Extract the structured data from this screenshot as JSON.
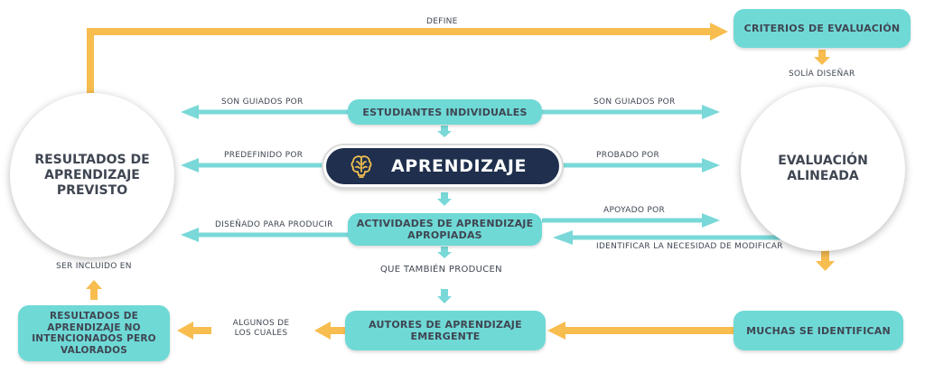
{
  "nodes": {
    "criterios": "CRITERIOS DE EVALUACIÓN",
    "resultados_previsto": "RESULTADOS DE APRENDIZAJE PREVISTO",
    "evaluacion_alineada": "EVALUACIÓN ALINEADA",
    "estudiantes": "ESTUDIANTES INDIVIDUALES",
    "aprendizaje": "APRENDIZAJE",
    "actividades": "ACTIVIDADES DE APRENDIZAJE APROPIADAS",
    "autores": "AUTORES DE APRENDIZAJE EMERGENTE",
    "resultados_no_intencionados": "RESULTADOS DE APRENDIZAJE NO INTENCIONADOS PERO VALORADOS",
    "muchas": "MUCHAS SE IDENTIFICAN"
  },
  "labels": {
    "define": "DEFINE",
    "solia_disenar": "SOLÍA DISEÑAR",
    "son_guiados_left": "SON GUIADOS POR",
    "son_guiados_right": "SON GUIADOS POR",
    "predefinido": "PREDEFINIDO POR",
    "probado": "PROBADO POR",
    "apoyado": "APOYADO POR",
    "disenado": "DISEÑADO PARA PRODUCIR",
    "identificar": "IDENTIFICAR LA NECESIDAD DE MODIFICAR",
    "ser_incluido": "SER INCLUIDO EN",
    "tambien_producen": "QUE TAMBIÉN PRODUCEN",
    "algunos": "ALGUNOS DE LOS CUALES"
  },
  "colors": {
    "teal_box": "#6fd9d6",
    "teal_arrow": "#7ad8d8",
    "orange_arrow": "#f8bd4f",
    "navy": "#1f2f4d",
    "text": "#3f4652",
    "gold_icon": "#f2c14e"
  },
  "icons": {
    "aprendizaje": "brain-icon"
  }
}
